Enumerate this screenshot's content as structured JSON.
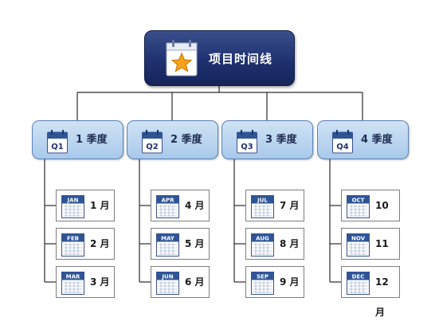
{
  "root": {
    "title": "项目时间线",
    "icon": "calendar-star-icon"
  },
  "quarters": [
    {
      "code": "Q1",
      "label": "1 季度",
      "months": [
        {
          "abbr": "JAN",
          "label": "1 月"
        },
        {
          "abbr": "FEB",
          "label": "2 月"
        },
        {
          "abbr": "MAR",
          "label": "3 月"
        }
      ]
    },
    {
      "code": "Q2",
      "label": "2 季度",
      "months": [
        {
          "abbr": "APR",
          "label": "4 月"
        },
        {
          "abbr": "MAY",
          "label": "5 月"
        },
        {
          "abbr": "JUN",
          "label": "6 月"
        }
      ]
    },
    {
      "code": "Q3",
      "label": "3 季度",
      "months": [
        {
          "abbr": "JUL",
          "label": "7 月"
        },
        {
          "abbr": "AUG",
          "label": "8 月"
        },
        {
          "abbr": "SEP",
          "label": "9 月"
        }
      ]
    },
    {
      "code": "Q4",
      "label": "4 季度",
      "months": [
        {
          "abbr": "OCT",
          "label": "10 月"
        },
        {
          "abbr": "NOV",
          "label": "11 月"
        },
        {
          "abbr": "DEC",
          "label": "12 月"
        }
      ]
    }
  ],
  "colors": {
    "root_fill": "#1f3170",
    "quarter_fill": "#a9c9ea",
    "quarter_border": "#5b82b8",
    "connector": "#2b2b2b",
    "calendar_header": "#2f5597"
  }
}
